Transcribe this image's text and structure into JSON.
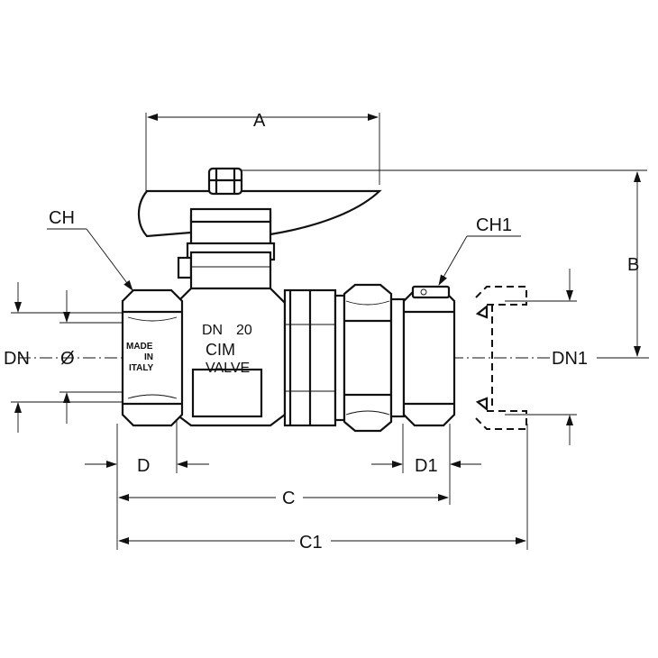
{
  "dimensions": {
    "A": "A",
    "B": "B",
    "C": "C",
    "C1": "C1",
    "D": "D",
    "D1": "D1",
    "DN": "DN",
    "DN1": "DN1",
    "CH": "CH",
    "CH1": "CH1",
    "diameter": "Ø"
  },
  "body_marking": {
    "size_label": "DN",
    "size_value": "20",
    "brand": "CIM",
    "product": "VALVE"
  },
  "nut_stamp": [
    "MADE",
    "IN",
    "ITALY"
  ]
}
